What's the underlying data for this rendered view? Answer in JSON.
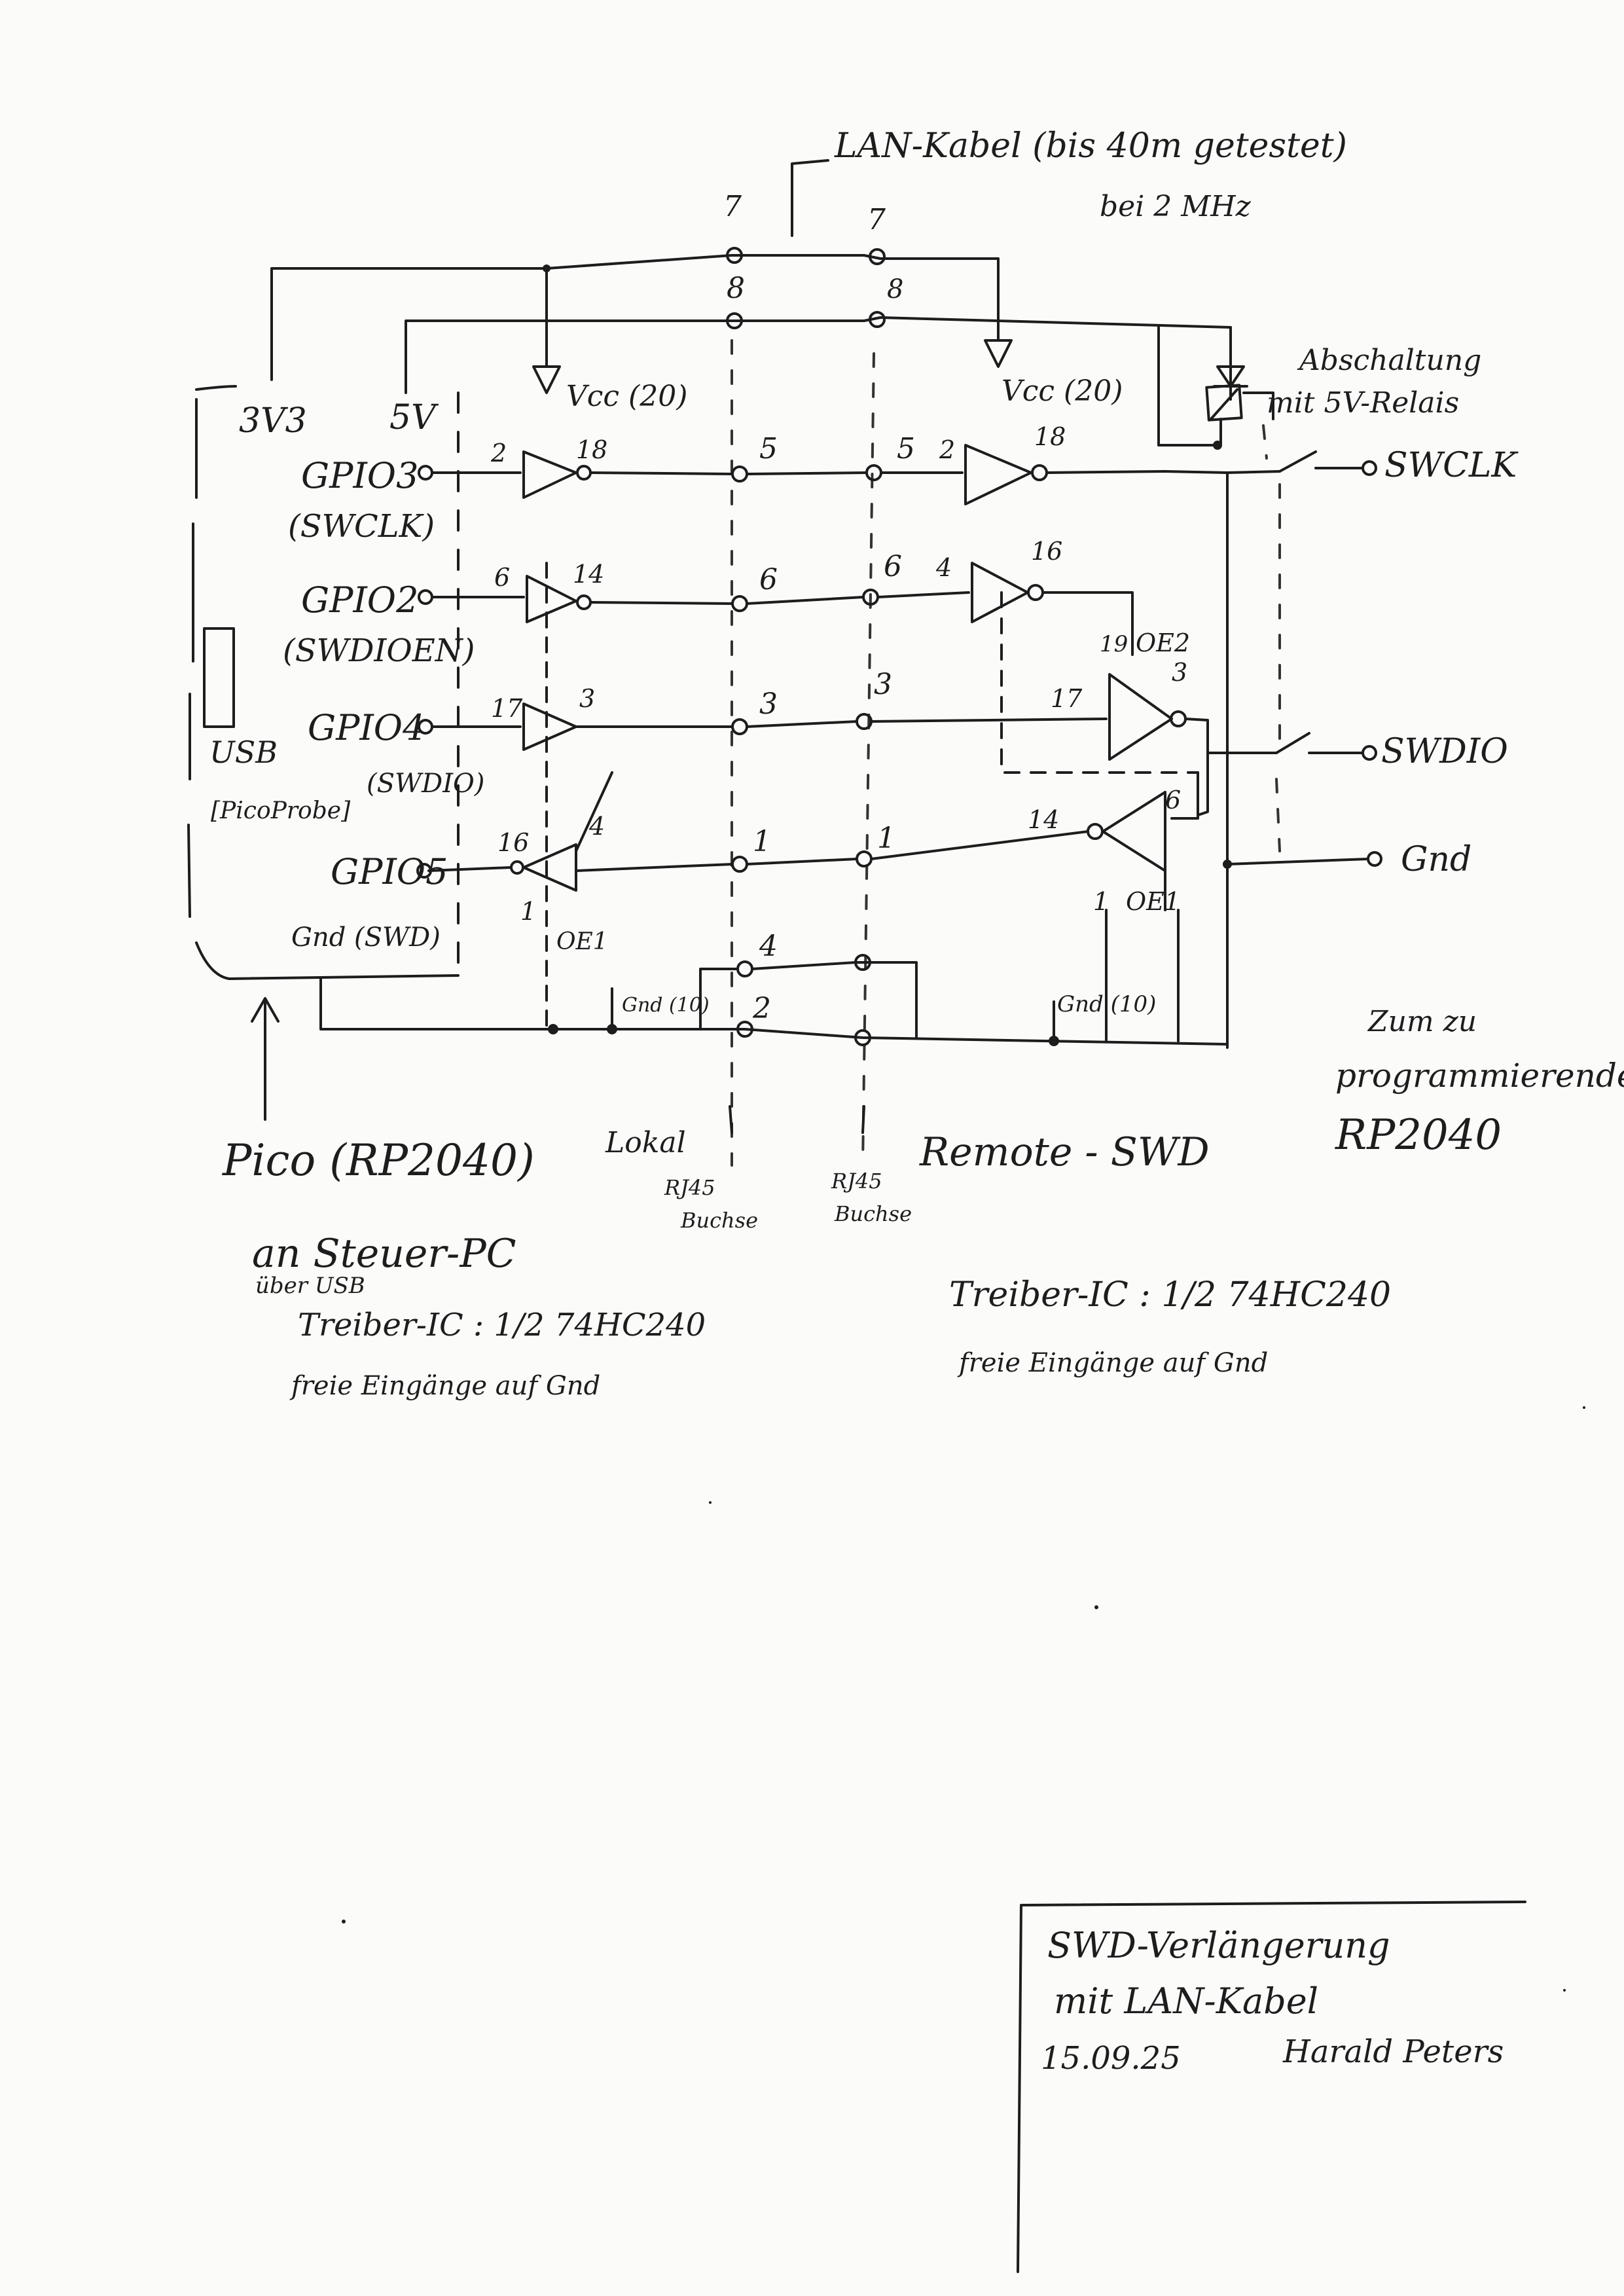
{
  "cable": {
    "title": "LAN-Kabel (bis 40m getestet)",
    "speed": "bei 2 MHz"
  },
  "power": {
    "v33": "3V3",
    "v5": "5V",
    "vcc_local": "Vcc (20)",
    "vcc_remote": "Vcc (20)"
  },
  "relay": {
    "line1": "Abschaltung",
    "line2": "mit 5V-Relais"
  },
  "local_pins": [
    {
      "name": "GPIO3",
      "sub": "(SWCLK)"
    },
    {
      "name": "GPIO2",
      "sub": "(SWDIOEN)"
    },
    {
      "name": "GPIO4",
      "sub": "(SWDIO)"
    },
    {
      "name": "GPIO5",
      "sub": ""
    },
    {
      "name": "Gnd (SWD)",
      "sub": ""
    }
  ],
  "usb": {
    "usb": "USB",
    "probe": "[PicoProbe]"
  },
  "remote_pins": {
    "swclk": "SWCLK",
    "swdio": "SWDIO",
    "gnd": "Gnd"
  },
  "pin_numbers": {
    "cable": [
      "7",
      "7",
      "8",
      "8",
      "5",
      "5",
      "6",
      "6",
      "3",
      "3",
      "1",
      "1",
      "4",
      "2"
    ],
    "ic_local": [
      "2",
      "18",
      "6",
      "14",
      "17",
      "3",
      "16",
      "4",
      "1"
    ],
    "ic_remote": [
      "2",
      "18",
      "4",
      "16",
      "19",
      "17",
      "3",
      "14",
      "6",
      "1"
    ]
  },
  "oe": {
    "oe1_local": "OE1",
    "oe1_remote": "OE1",
    "oe2": "OE2"
  },
  "gnd10": {
    "local": "Gnd (10)",
    "remote": "Gnd (10)"
  },
  "labels": {
    "pico": "Pico (RP2040)",
    "lokal": "Lokal",
    "remote": "Remote - SWD",
    "rj45_a": "RJ45",
    "buchse_a": "Buchse",
    "rj45_b": "RJ45",
    "buchse_b": "Buchse",
    "target_1": "Zum zu",
    "target_2": "programmierenden",
    "target_3": "RP2040"
  },
  "notes_local": {
    "l1": "an Steuer-PC",
    "l2": "über USB",
    "l3": "Treiber-IC : 1/2 74HC240",
    "l4": "freie Eingänge auf Gnd"
  },
  "notes_remote": {
    "l1": "Treiber-IC : 1/2 74HC240",
    "l2": "freie Eingänge auf Gnd"
  },
  "title_block": {
    "line1": "SWD-Verlängerung",
    "line2": "mit LAN-Kabel",
    "date": "15.09.25",
    "author": "Harald Peters"
  }
}
